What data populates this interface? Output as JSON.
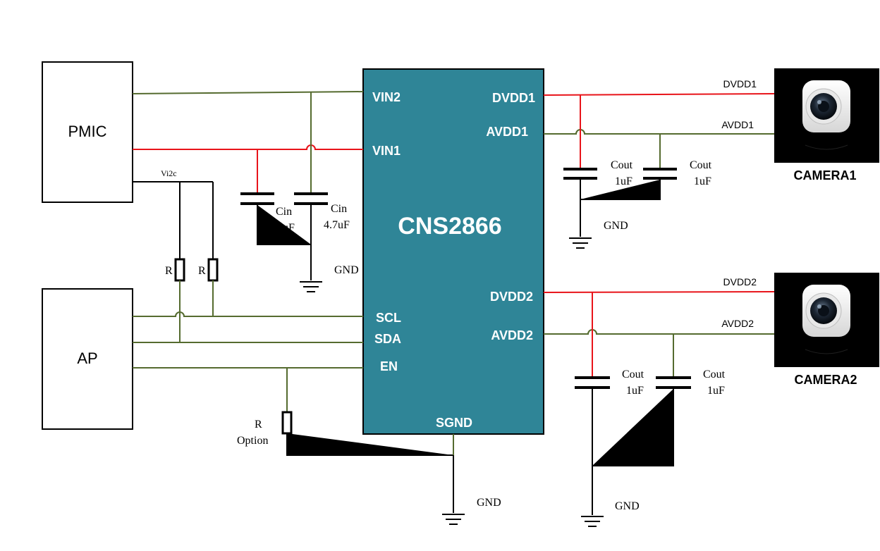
{
  "blocks": {
    "pmic": "PMIC",
    "ap": "AP",
    "chip": "CNS2866"
  },
  "chip_pins": {
    "vin2": "VIN2",
    "vin1": "VIN1",
    "scl": "SCL",
    "sda": "SDA",
    "en": "EN",
    "sgnd": "SGND",
    "dvdd1": "DVDD1",
    "avdd1": "AVDD1",
    "dvdd2": "DVDD2",
    "avdd2": "AVDD2"
  },
  "nets": {
    "vi2c": "Vi2c",
    "dvdd1": "DVDD1",
    "avdd1": "AVDD1",
    "dvdd2": "DVDD2",
    "avdd2": "AVDD2"
  },
  "components": {
    "cin_name": "Cin",
    "cin_value": "4.7uF",
    "cout_name": "Cout",
    "cout_value": "1uF",
    "resistor": "R",
    "r_option_name": "R",
    "r_option_note": "Option",
    "ground": "GND"
  },
  "cameras": {
    "camera1": "CAMERA1",
    "camera2": "CAMERA2"
  },
  "colors": {
    "wire": "#556b2f",
    "power_wire": "#e8141a",
    "chip_fill": "#2f8597",
    "camera_bg": "#000000"
  }
}
